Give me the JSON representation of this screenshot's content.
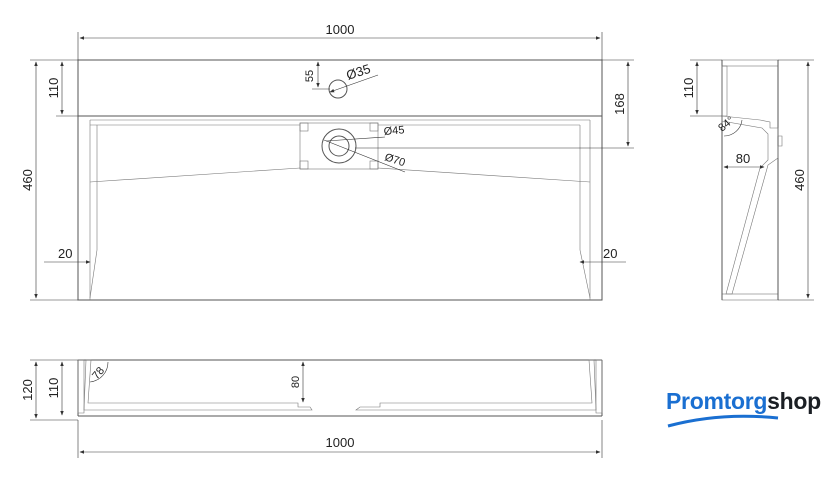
{
  "top_view": {
    "width": "1000",
    "depth": "460",
    "back_band": "110",
    "drain_offset": "168",
    "tap_hole_offset": "55",
    "tap_hole_dia": "Ø35",
    "drain_inner_dia": "Ø45",
    "drain_outer_dia": "Ø70",
    "wall_left": "20",
    "wall_right": "20"
  },
  "side_view": {
    "band": "110",
    "angle": "84°",
    "drain_depth": "80",
    "depth": "460"
  },
  "front_view": {
    "height_total": "120",
    "height_inner": "110",
    "angle": "78",
    "basin_depth": "80",
    "width": "1000"
  },
  "logo": {
    "part1": "Promtorg",
    "part2": "shop",
    "accent": "#1a6fd1"
  }
}
